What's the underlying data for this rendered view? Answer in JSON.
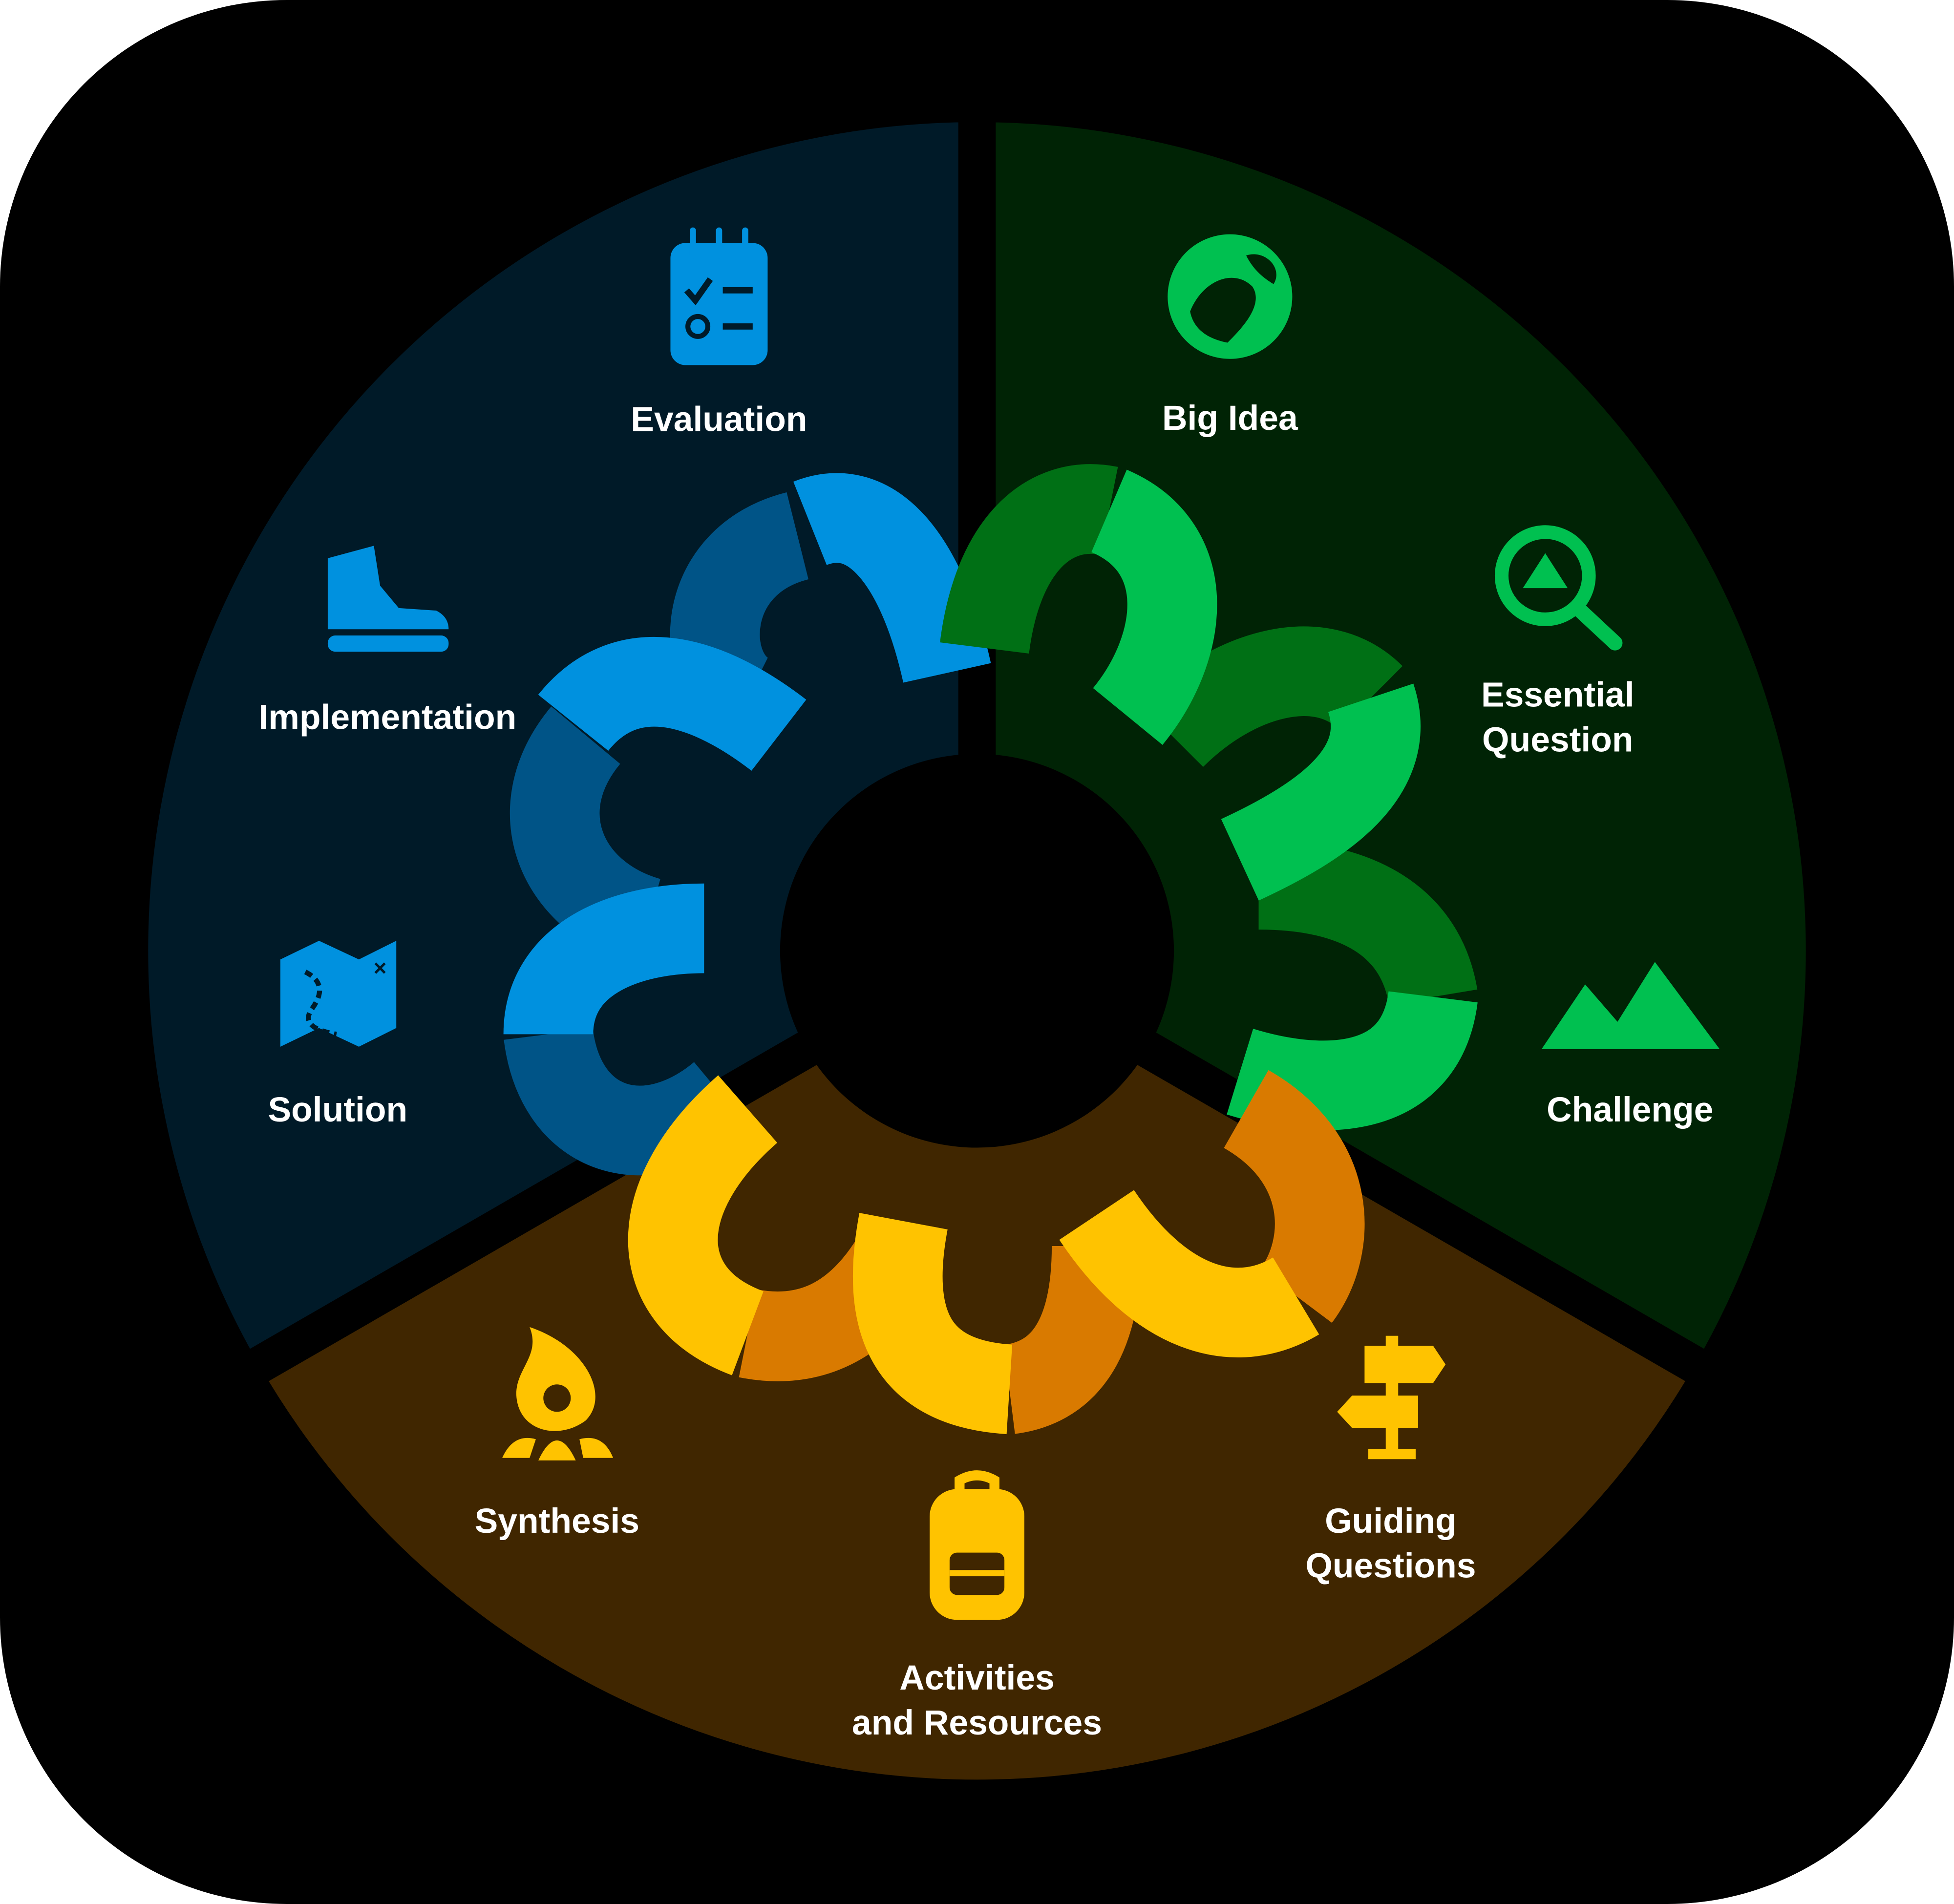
{
  "colors": {
    "background": "#000000",
    "blue_sector": "#001A28",
    "green_sector": "#002305",
    "brown_sector": "#402600",
    "blue": "#0091DF",
    "blue_dark": "#005487",
    "green": "#00C050",
    "green_dark": "#007015",
    "yellow": "#FFC300",
    "orange": "#D97A00"
  },
  "sections": {
    "engage": [
      {
        "label": "Big Idea",
        "icon": "globe-icon"
      },
      {
        "label_line1": "Essential",
        "label_line2": "Question",
        "icon": "magnifier-mountain-icon"
      },
      {
        "label": "Challenge",
        "icon": "mountains-icon"
      }
    ],
    "investigate": [
      {
        "label_line1": "Guiding",
        "label_line2": "Questions",
        "icon": "signpost-icon"
      },
      {
        "label_line1": "Activities",
        "label_line2": "and Resources",
        "icon": "backpack-icon"
      },
      {
        "label": "Synthesis",
        "icon": "campfire-icon"
      }
    ],
    "act": [
      {
        "label": "Solution",
        "icon": "map-icon"
      },
      {
        "label": "Implementation",
        "icon": "boot-icon"
      },
      {
        "label": "Evaluation",
        "icon": "checklist-calendar-icon"
      }
    ]
  }
}
